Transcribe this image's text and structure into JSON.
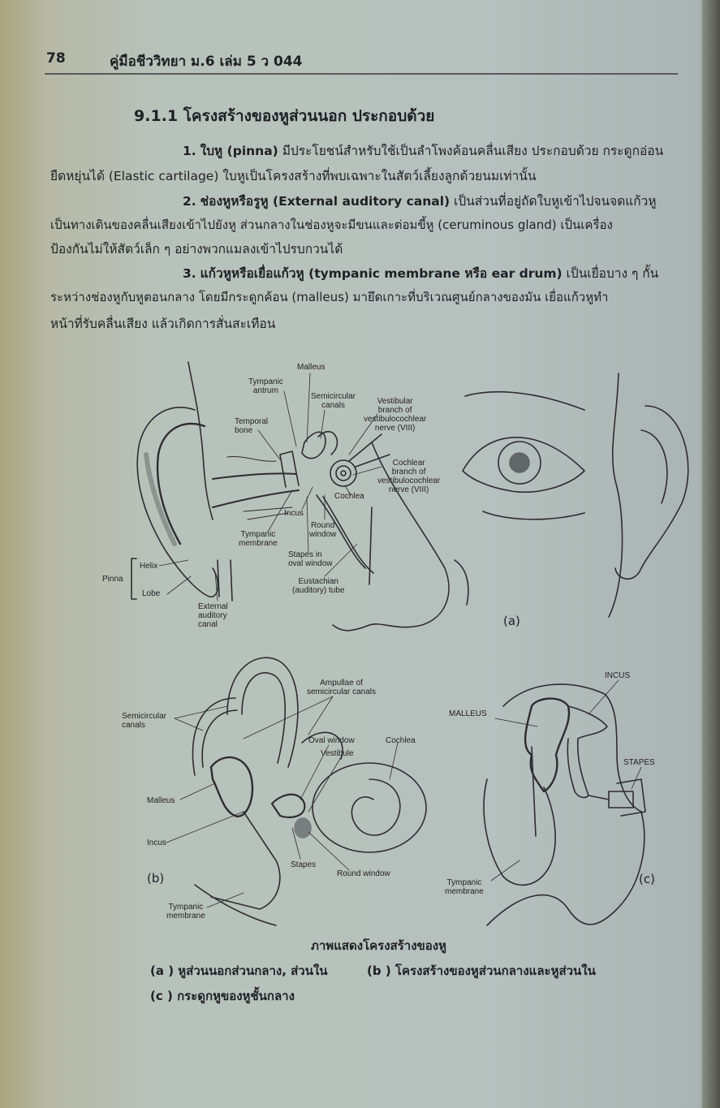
{
  "header": {
    "page_number": "78",
    "book_title": "คู่มือชีววิทยา ม.6 เล่ม 5 ว 044"
  },
  "section": {
    "heading": "9.1.1  โครงสร้างของหูส่วนนอก  ประกอบด้วย"
  },
  "items": [
    {
      "num": "1.",
      "term": "ใบหู (pinna)",
      "line1": " มีประโยชน์สำหรับใช้เป็นลำโพงค้อนคลื่นเสียง  ประกอบด้วย  กระดูกอ่อน",
      "line2": "ยืดหยุ่นได้ (Elastic cartilage) ใบหูเป็นโครงสร้างที่พบเฉพาะในสัตว์เลี้ยงลูกด้วยนมเท่านั้น"
    },
    {
      "num": "2.",
      "term": "ช่องหูหรือรูหู (External auditory canal)",
      "line1": " เป็นส่วนที่อยู่ถัดใบหูเข้าไปจนจดแก้วหู",
      "line2": "เป็นทางเดินของคลื่นเสียงเข้าไปยังหู  ส่วนกลางในช่องหูจะมีขนและต่อมขี้หู (ceruminous gland)  เป็นเครื่อง",
      "line3": "ป้องกันไม่ให้สัตว์เล็ก ๆ อย่างพวกแมลงเข้าไปรบกวนได้"
    },
    {
      "num": "3.",
      "term": "แก้วหูหรือเยื่อแก้วหู (tympanic membrane หรือ ear drum)",
      "line1": " เป็นเยื่อบาง ๆ กั้น",
      "line2": "ระหว่างช่องหูกับหูตอนกลาง  โดยมีกระดูกค้อน  (malleus)    มายึดเกาะที่บริเวณศูนย์กลางของมัน  เยื่อแก้วหูทำ",
      "line3": "หน้าที่รับคลื่นเสียง  แล้วเกิดการสั่นสะเทือน"
    }
  ],
  "figure_a": {
    "panel_label": "(a)",
    "labels": {
      "malleus": "Malleus",
      "tympanic_antrum": "Tympanic\nantrum",
      "semicircular": "Semicircular\ncanals",
      "vestibular": "Vestibular\nbranch of\nvestibulocochlear\nnerve (VIII)",
      "temporal": "Temporal\nbone",
      "cochlear_branch": "Cochlear\nbranch of\nvestibulocochlear\nnerve (VIII)",
      "cochlea": "Cochlea",
      "incus": "Incus",
      "round_window": "Round\nwindow",
      "tympanic_membrane": "Tympanic\nmembrane",
      "stapes": "Stapes in\noval window",
      "helix": "Helix",
      "pinna": "Pinna",
      "lobe": "Lobe",
      "eustachian": "Eustachian\n(auditory) tube",
      "external": "External\nauditory\ncanal"
    }
  },
  "figure_b": {
    "panel_label": "(b)",
    "labels": {
      "ampullae": "Ampullae of\nsemicircular canals",
      "semicircular": "Semicircular\ncanals",
      "oval_window": "Oval window",
      "vestibule": "Vestibule",
      "cochlea": "Cochlea",
      "malleus": "Malleus",
      "incus": "Incus",
      "stapes": "Stapes",
      "round_window": "Round window",
      "tympanic_membrane": "Tympanic\nmembrane"
    }
  },
  "figure_c": {
    "panel_label": "(c)",
    "labels": {
      "incus": "INCUS",
      "malleus": "MALLEUS",
      "stapes": "STAPES",
      "tympanic_membrane": "Tympanic\nmembrane"
    }
  },
  "caption": {
    "title": "ภาพแสดงโครงสร้างของหู",
    "a_label": "(a )",
    "a_text": "หูส่วนนอกส่วนกลาง,  ส่วนใน",
    "b_label": "(b )",
    "b_text": "โครงสร้างของหูส่วนกลางและหูส่วนใน",
    "c_label": "(c )",
    "c_text": "กระดูกหูของหูชั้นกลาง"
  }
}
